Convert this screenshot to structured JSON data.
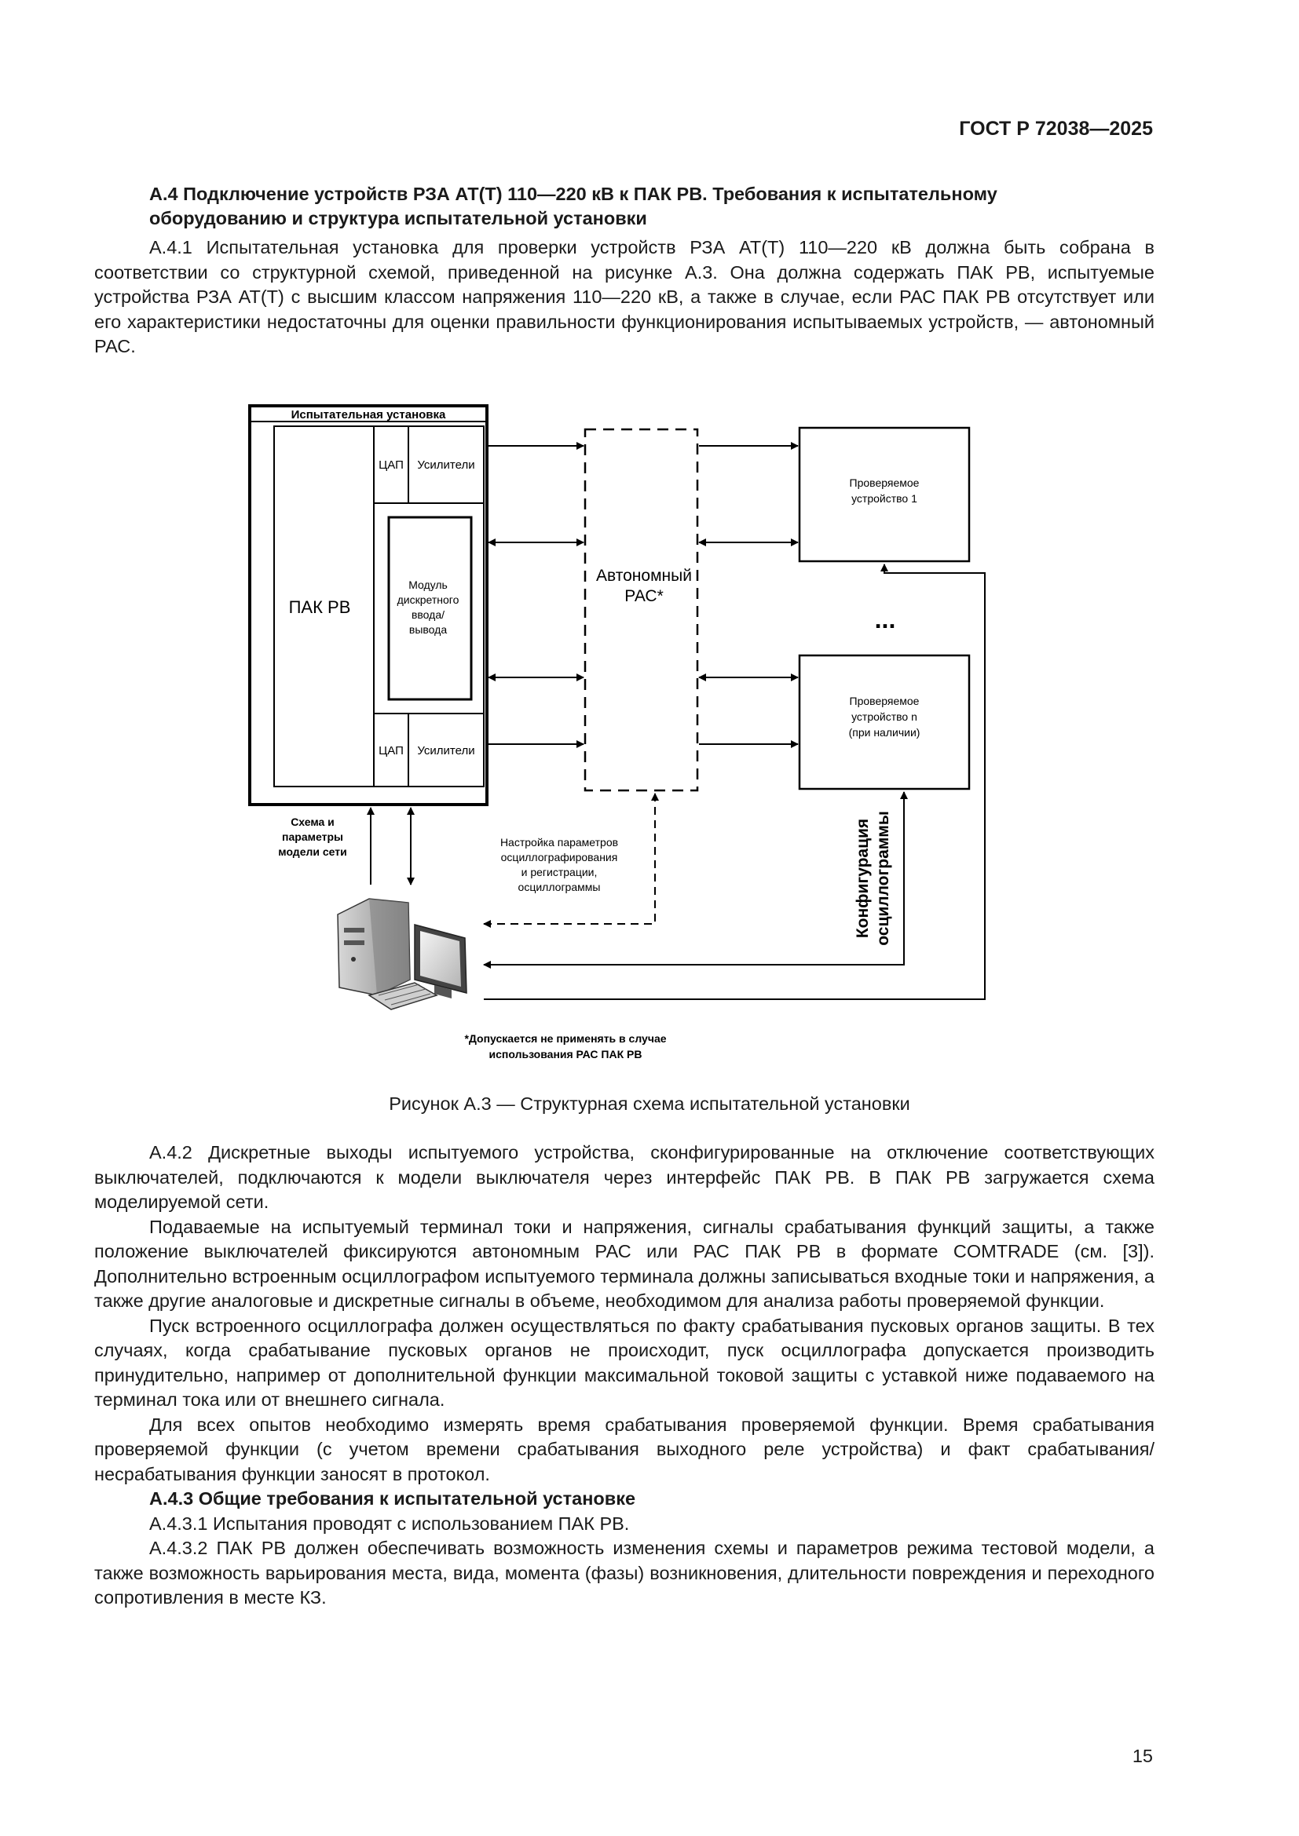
{
  "header": {
    "doc_code": "ГОСТ Р 72038—2025"
  },
  "section": {
    "title_line1": "А.4 Подключение устройств РЗА АТ(Т) 110—220 кВ к ПАК РВ. Требования к испытательному",
    "title_line2": "оборудованию и структура испытательной установки"
  },
  "intro_paragraph": "А.4.1 Испытательная установка для проверки устройств РЗА АТ(Т) 110—220 кВ должна быть собрана в соответствии со структурной схемой, приведенной на рисунке А.3. Она должна содержать ПАК РВ, испытуемые устройства РЗА АТ(Т) с высшим классом напряжения 110—220 кВ, а также в случае, если РАС ПАК РВ отсутствует или его характеристики недостаточны для оценки правильности функционирования испытываемых устройств, — автономный РАС.",
  "figure": {
    "test_setup_label": "Испытательная установка",
    "pak_rv_label": "ПАК РВ",
    "dac_label": "ЦАП",
    "amplifiers_label": "Усилители",
    "module_line1": "Модуль",
    "module_line2": "дискретного",
    "module_line3": "ввода/",
    "module_line4": "вывода",
    "autonomous_line1": "Автономный",
    "autonomous_line2": "РАС*",
    "device1_line1": "Проверяемое",
    "device1_line2": "устройство 1",
    "ellipsis": "...",
    "devicen_line1": "Проверяемое",
    "devicen_line2": "устройство n",
    "devicen_line3": "(при наличии)",
    "scheme_line1": "Схема и",
    "scheme_line2": "параметры",
    "scheme_line3": "модели сети",
    "settings_line1": "Настройка параметров",
    "settings_line2": "осциллографирования",
    "settings_line3": "и регистрации,",
    "settings_line4": "осциллограммы",
    "config_line1": "Конфигурация",
    "config_line2": "осциллограммы",
    "footnote_line1": "*Допускается не применять в случае",
    "footnote_line2": "использования РАС ПАК РВ",
    "caption": "Рисунок А.3 — Структурная схема испытательной установки"
  },
  "body_paragraphs": [
    "А.4.2 Дискретные выходы испытуемого устройства, сконфигурированные на отключение соответствующих выключателей, подключаются к модели выключателя через интерфейс ПАК РВ. В ПАК РВ загружается схема моделируемой сети.",
    "Подаваемые на испытуемый терминал токи и напряжения, сигналы срабатывания функций защиты, а также положение выключателей фиксируются автономным РАС или РАС ПАК РВ в формате COMTRADE (см. [3]). Дополнительно встроенным осциллографом испытуемого терминала должны записываться входные токи и напряжения, а также другие аналоговые и дискретные сигналы в объеме, необходимом для анализа работы проверяемой функции.",
    "Пуск встроенного осциллографа должен осуществляться по факту срабатывания пусковых органов защиты. В тех случаях, когда срабатывание пусковых органов не происходит, пуск осциллографа допускается производить принудительно, например от дополнительной функции максимальной токовой защиты с уставкой ниже подаваемого на терминал тока или от внешнего сигнала.",
    "Для всех опытов необходимо измерять время срабатывания проверяемой функции. Время срабатывания проверяемой функции (с учетом времени срабатывания выходного реле устройства) и факт срабатывания/несрабатывания функции заносят в протокол."
  ],
  "subsection_title": "А.4.3 Общие требования к испытательной установке",
  "req_paragraphs": [
    "А.4.3.1 Испытания проводят с использованием ПАК РВ.",
    "А.4.3.2 ПАК РВ должен обеспечивать возможность изменения схемы и параметров режима тестовой модели, а также возможность варьирования места, вида, момента (фазы) возникновения, длительности повреждения и переходного сопротивления в месте КЗ."
  ],
  "footer": {
    "page_number": "15"
  }
}
